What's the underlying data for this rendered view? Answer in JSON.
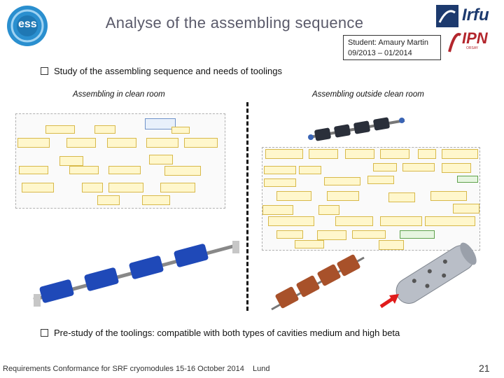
{
  "slide": {
    "title": "Analyse of the assembling sequence",
    "student_line1": "Student: Amaury Martin",
    "student_line2": "09/2013 – 01/2014",
    "bullet1": "Study of the assembling sequence and needs of toolings",
    "caption_left": "Assembling in clean room",
    "caption_right": "Assembling outside clean room",
    "bullet2": "Pre-study of the toolings: compatible with both types of cavities medium and high beta",
    "footer": "Requirements Conformance for SRF cryomodules 15-16 October 2014    Lund",
    "page_number": "21"
  },
  "logos": {
    "ess": "ess",
    "irfu": "Irfu",
    "ipn": "IPN",
    "ipn_sub": "ORSAY"
  },
  "colors": {
    "title": "#5a5a6a",
    "ess_blue": "#2a8fcf",
    "irfu_navy": "#1d3a6e",
    "ipn_red": "#b3262d",
    "arrow": "#e01b1b"
  }
}
